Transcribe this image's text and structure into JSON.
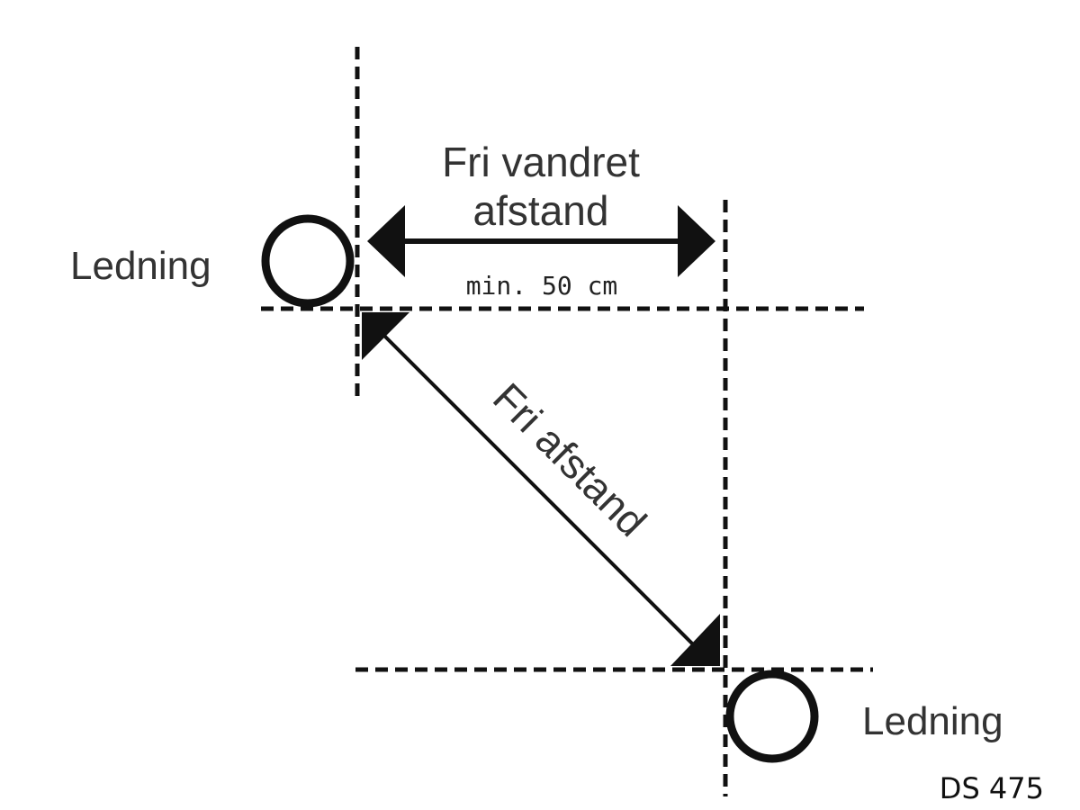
{
  "diagram": {
    "labels": {
      "horizontal_line1": "Fri vandret",
      "horizontal_line2": "afstand",
      "minimum": "min. 50 cm",
      "diagonal": "Fri afstand",
      "pipe_top": "Ledning",
      "pipe_bottom": "Ledning",
      "reference": "DS 475"
    },
    "colors": {
      "stroke": "#111111",
      "text": "#333333",
      "background": "#ffffff"
    }
  }
}
